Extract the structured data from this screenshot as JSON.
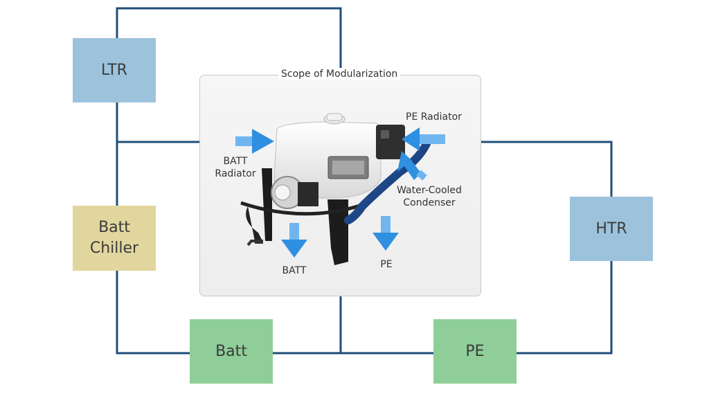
{
  "scope": {
    "title": "Scope of Modularization"
  },
  "components": {
    "ltr": "LTR",
    "batt_chiller": "Batt\nChiller",
    "batt": "Batt",
    "pe": "PE",
    "htr": "HTR"
  },
  "module_labels": {
    "batt_radiator": "BATT\nRadiator",
    "pe_radiator": "PE Radiator",
    "water_cooled_condenser": "Water-Cooled\nCondenser",
    "batt_out": "BATT",
    "pe_out": "PE"
  },
  "colors": {
    "line": "#1f4e79",
    "ltr": "#9dc3dc",
    "htr": "#9dc3dc",
    "batt_chiller": "#e1d69e",
    "batt": "#8fce98",
    "pe": "#8fce98",
    "arrow": "#2f8fe0"
  }
}
